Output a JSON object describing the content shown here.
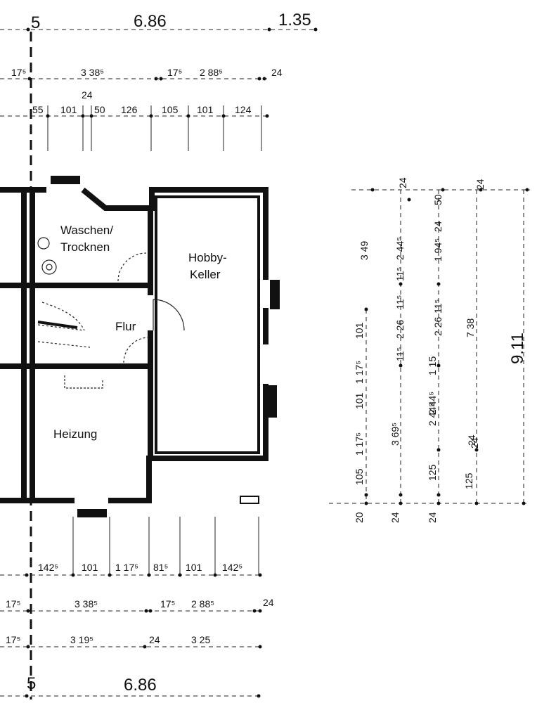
{
  "rooms": {
    "waschen_line1": "Waschen/",
    "waschen_line2": "Trocknen",
    "hobby_line1": "Hobby-",
    "hobby_line2": "Keller",
    "flur": "Flur",
    "heizung": "Heizung"
  },
  "top_dims": {
    "axis_label": "5",
    "total": "6.86",
    "right": "1.35",
    "row1": [
      "17⁵",
      "3 38⁵",
      "17⁵",
      "2 88⁵",
      "24"
    ],
    "row2_above": "24",
    "row2": [
      "55",
      "101",
      "50",
      "126",
      "105",
      "101",
      "124"
    ]
  },
  "bottom_dims": {
    "row1": [
      "142⁵",
      "101",
      "1 17⁵",
      "81⁵",
      "101",
      "142⁵"
    ],
    "row2": [
      "17⁵",
      "3 38⁵",
      "17⁵",
      "2 88⁵",
      "24"
    ],
    "row3": [
      "17⁵",
      "3 19⁵",
      "24",
      "3 25"
    ],
    "axis_label": "5",
    "total": "6.86"
  },
  "right_dims": {
    "col1": [
      "20",
      "105",
      "101",
      "1 17⁵",
      "1 17⁵",
      "101"
    ],
    "col2_top": "3 49",
    "col2_bottom": "3 69⁵",
    "col2_foot": "24",
    "col3": [
      "24",
      "2 44⁵",
      "11⁵",
      "2 26",
      "11⁵",
      "2 44⁵",
      "1 15"
    ],
    "col4": [
      "24",
      "125",
      "11⁵",
      "2 26",
      "1 94⁵",
      "24",
      "50",
      "2 44⁵",
      "11⁵"
    ],
    "col4_foot": "24",
    "col5": [
      "24",
      "7 38",
      "125",
      "24"
    ],
    "total": "9.11"
  }
}
